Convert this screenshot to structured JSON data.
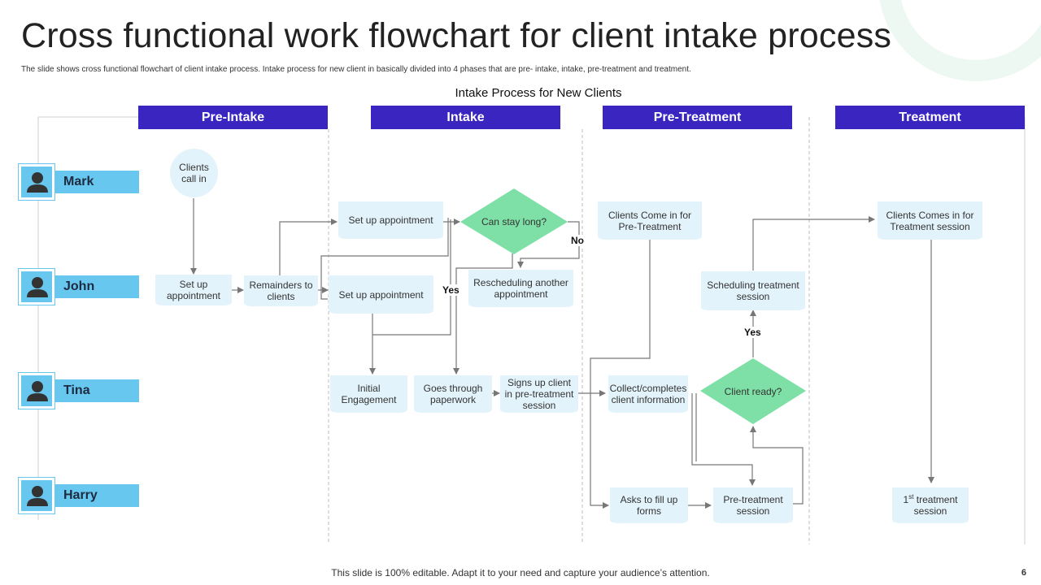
{
  "slide": {
    "title": "Cross functional work flowchart for client intake process",
    "subtitle": "The slide shows cross functional flowchart of client intake process. Intake process for new client in basically divided into 4 phases that are pre- intake, intake, pre-treatment and treatment.",
    "process_title": "Intake Process  for New Clients",
    "footer": "This slide is 100% editable. Adapt it to your need and capture your audience’s attention.",
    "page_number": "6",
    "accent_color": "#3b25c0",
    "lane_color": "#67c7ef",
    "node_color": "#e3f3fb",
    "decision_color": "#7ee0a6"
  },
  "phases": [
    "Pre-Intake",
    "Intake",
    "Pre-Treatment",
    "Treatment"
  ],
  "people": [
    "Mark",
    "John",
    "Tina",
    "Harry"
  ],
  "nodes": {
    "clients_call_in": "Clients call in",
    "set_up_appointment_john": "Set up appointment",
    "reminders_to_clients": "Remainders to clients",
    "set_up_appointment_mark": "Set up appointment",
    "set_up_appointment_john_2": "Set up appointment",
    "can_stay_long": "Can stay long?",
    "rescheduling": "Rescheduling another appointment",
    "initial_engagement": "Initial Engagement",
    "goes_through_paperwork": "Goes through paperwork",
    "signs_up_client": "Signs up client in pre-treatment session",
    "clients_come_in_pre_treatment": "Clients Come in for Pre-Treatment",
    "collect_client_information": "Collect/completes client information",
    "asks_to_fill_up_forms": "Asks to fill up forms",
    "pre_treatment_session": "Pre-treatment session",
    "client_ready": "Client ready?",
    "scheduling_treatment_session": "Scheduling treatment session",
    "clients_come_in_treatment": "Clients Comes in for Treatment session",
    "first_treatment_prefix": "1",
    "first_treatment_sup": "st",
    "first_treatment_suffix": " treatment session"
  },
  "edge_labels": {
    "no": "No",
    "yes_stay": "Yes",
    "yes_ready": "Yes"
  },
  "icons": {
    "person": "person-icon"
  }
}
